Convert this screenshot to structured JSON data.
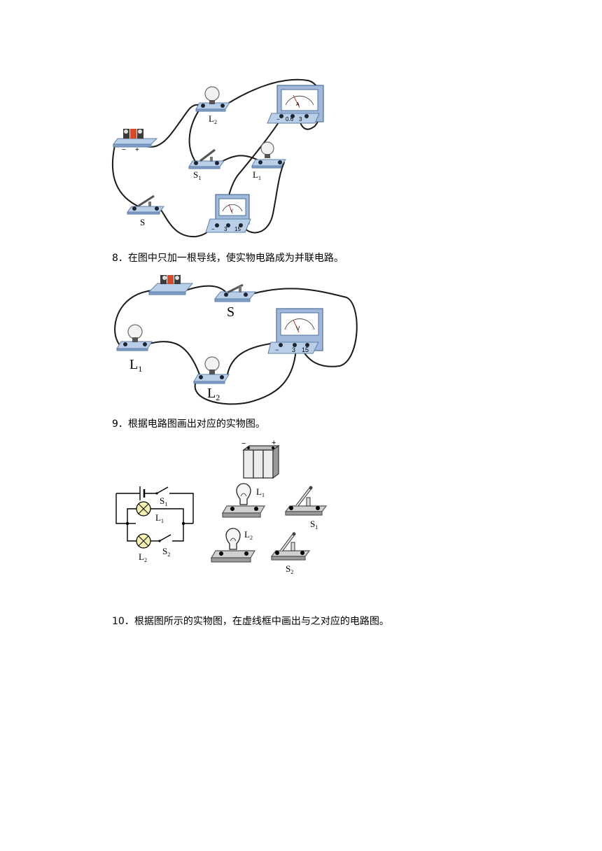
{
  "figure1": {
    "labels": {
      "bulb_top": "L",
      "bulb_top_sub": "2",
      "bulb_mid": "L",
      "bulb_mid_sub": "1",
      "switch_mid": "S",
      "switch_mid_sub": "1",
      "switch_main": "S",
      "battery_minus": "−",
      "battery_plus": "+",
      "ammeter_symbol": "A",
      "ammeter_terminals": [
        "−",
        "0.6",
        "3"
      ],
      "voltmeter_symbol": "V",
      "voltmeter_terminals": [
        "−",
        "3",
        "15"
      ]
    }
  },
  "questions": {
    "q8": "8．在图中只加一根导线，使实物电路成为并联电路。",
    "q9": "9．根据电路图画出对应的实物图。",
    "q10": "10．根据图所示的实物图，在虚线框中画出与之对应的电路图。"
  },
  "figure2": {
    "labels": {
      "switch": "S",
      "bulb_left": "L",
      "bulb_left_sub": "1",
      "bulb_right": "L",
      "bulb_right_sub": "2",
      "voltmeter_symbol": "V",
      "voltmeter_terminals": [
        "−",
        "3",
        "15"
      ]
    }
  },
  "figure3": {
    "schematic_labels": {
      "s1": "S",
      "s1_sub": "1",
      "l1": "L",
      "l1_sub": "1",
      "l2": "L",
      "l2_sub": "2",
      "s2": "S",
      "s2_sub": "2"
    },
    "object_labels": {
      "battery_minus": "−",
      "battery_plus": "+",
      "l1": "L",
      "l1_sub": "1",
      "s1": "S",
      "s1_sub": "1",
      "l2": "L",
      "l2_sub": "2",
      "s2": "S",
      "s2_sub": "2"
    }
  }
}
